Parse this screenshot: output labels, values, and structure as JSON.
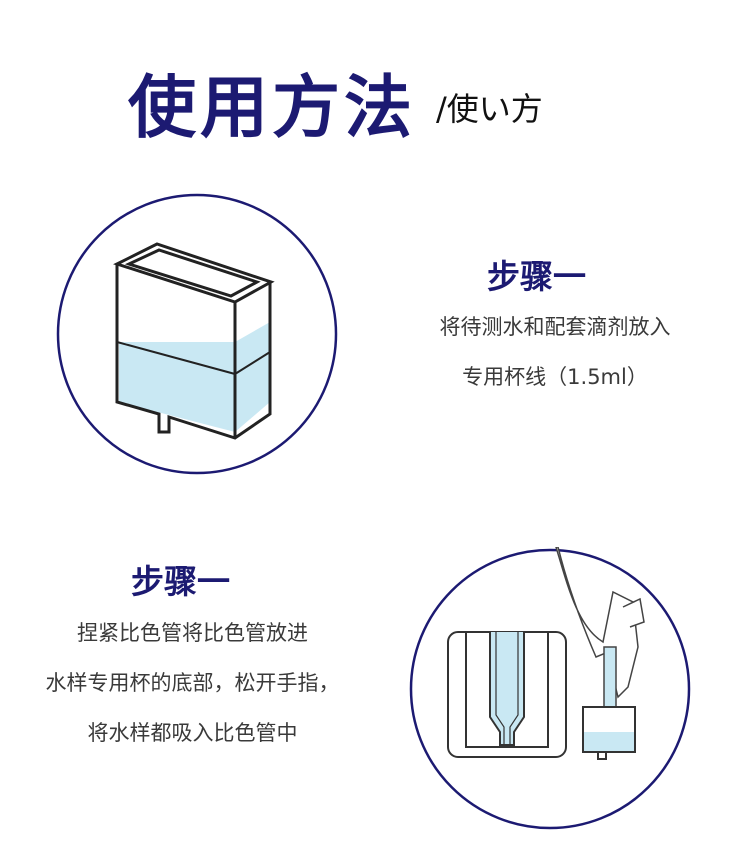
{
  "header": {
    "title": "使用方法",
    "subtitle": "/使い方"
  },
  "steps": [
    {
      "heading": "步骤一",
      "lines": [
        "将待测水和配套滴剂放入",
        "专用杯线（1.5ml）"
      ]
    },
    {
      "heading": "步骤一",
      "lines": [
        "捏紧比色管将比色管放进",
        "水样专用杯的底部，松开手指，",
        "将水样都吸入比色管中"
      ]
    }
  ],
  "colors": {
    "accent": "#1c1a72",
    "water": "#c9e8f3",
    "text": "#3a3a3a"
  }
}
